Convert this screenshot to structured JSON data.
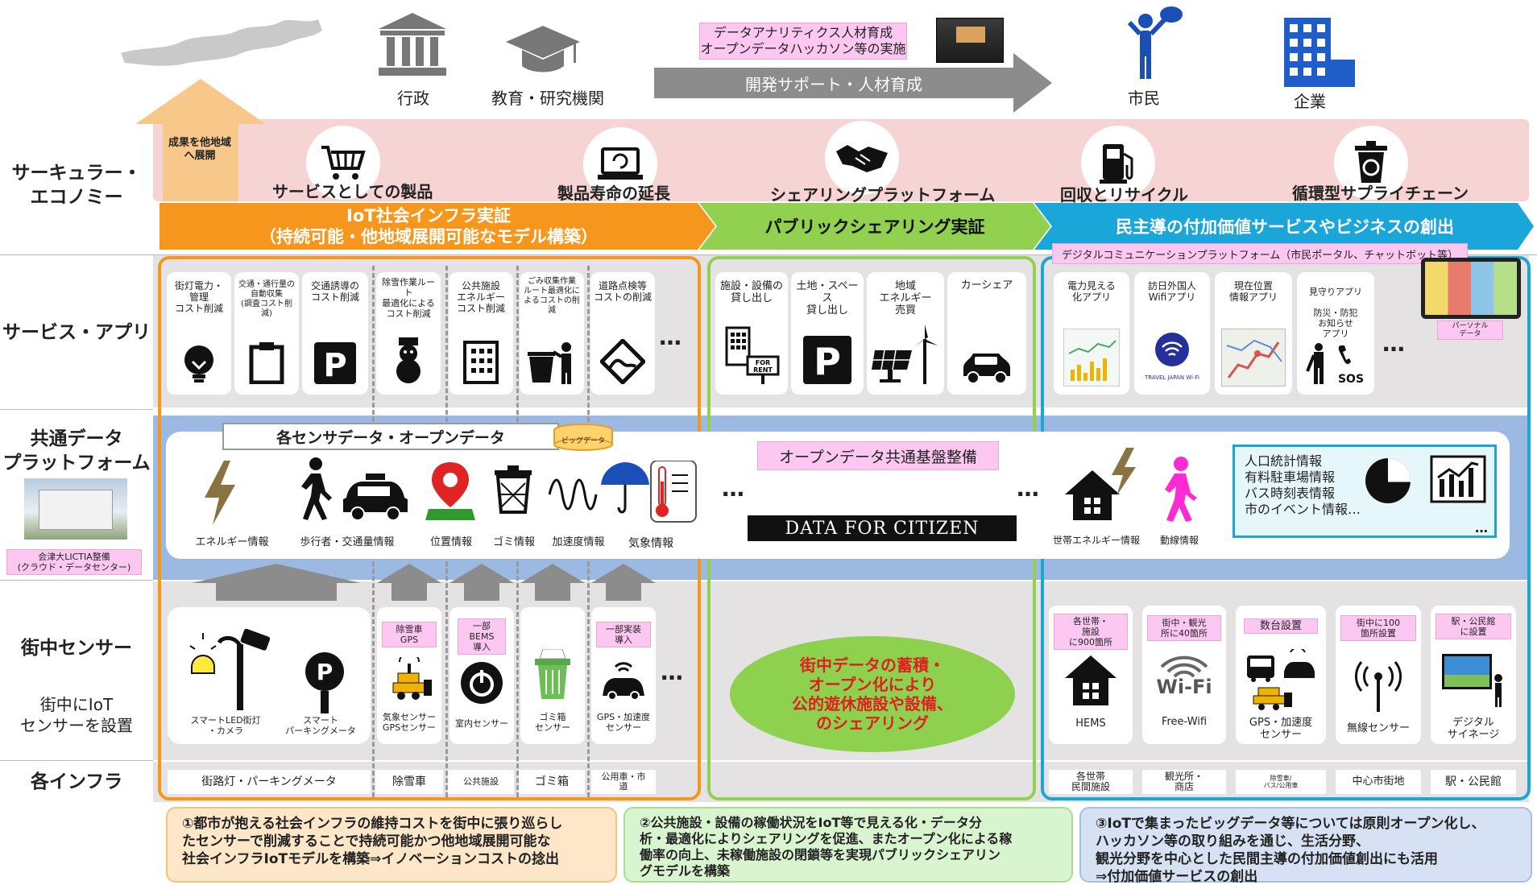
{
  "top": {
    "admin_label": "行政",
    "education_label": "教育・研究機関",
    "citizen_label": "市民",
    "company_label": "企業",
    "training_note": "データアナリティクス人材育成\nオープンデータハッカソン等の実施",
    "support_arrow": "開発サポート・人材育成"
  },
  "circular": {
    "row_label": "サーキュラー・\nエコノミー",
    "expand_label": "成果を他地域\nへ展開",
    "items": [
      {
        "label": "サービスとしての製品",
        "icon": "shopping-cart-icon"
      },
      {
        "label": "製品寿命の延長",
        "icon": "laptop-refresh-icon"
      },
      {
        "label": "シェアリングプラットフォーム",
        "icon": "handshake-icon"
      },
      {
        "label": "回収とリサイクル",
        "icon": "fuel-pump-icon"
      },
      {
        "label": "循環型サプライチェーン",
        "icon": "recycle-bin-icon"
      }
    ]
  },
  "phases": [
    {
      "label": "IoT社会インフラ実証\n（持続可能・他地域展開可能なモデル構築）",
      "color": "#f6961d"
    },
    {
      "label": "パブリックシェアリング実証",
      "color": "#92d050"
    },
    {
      "label": "民主導の付加価値サービスやビジネスの創出",
      "color": "#1aa6d9"
    }
  ],
  "rows": {
    "service": "サービス・アプリ",
    "platform": "共通データ\nプラットフォーム",
    "sensor": "街中センサー",
    "sensor_sub": "街中にIoT\nセンサーを設置",
    "infra": "各インフラ"
  },
  "services_a": [
    {
      "label": "街灯電力・\n管理\nコスト削減",
      "icon": "lightbulb-icon"
    },
    {
      "label": "交通・通行量の\n自動収集\n(調査コスト削減)",
      "icon": "clipboard-icon"
    },
    {
      "label": "交通誘導の\nコスト削減",
      "icon": "parking-icon"
    },
    {
      "label": "除雪作業ルート\n最適化による\nコスト削減",
      "icon": "snowman-icon"
    },
    {
      "label": "公共施設\nエネルギー\nコスト削減",
      "icon": "building-icon"
    },
    {
      "label": "ごみ収集作業\nルート最適化に\nよるコストの削減",
      "icon": "trash-person-icon"
    },
    {
      "label": "道路点検等\nコストの削減",
      "icon": "road-sign-icon"
    }
  ],
  "services_b": [
    {
      "label": "施設・設備の\n貸し出し",
      "icon": "for-rent-icon"
    },
    {
      "label": "土地・スペース\n貸し出し",
      "icon": "parking-icon"
    },
    {
      "label": "地域\nエネルギー\n売買",
      "icon": "solar-wind-icon"
    },
    {
      "label": "カーシェア",
      "icon": "car-icon"
    }
  ],
  "services_c": [
    {
      "label": "電力見える\n化アプリ",
      "icon": "chart-screenshot-icon"
    },
    {
      "label": "訪日外国人\nWifiアプリ",
      "icon": "travel-wifi-icon",
      "caption": "TRAVEL JAPAN Wi-Fi"
    },
    {
      "label": "現在位置\n情報アプリ",
      "icon": "map-screenshot-icon"
    },
    {
      "label": "見守りアプリ\n\n防災・防犯\nお知らせ\nアプリ",
      "icon": "person-sos-icon",
      "caption": "SOS"
    }
  ],
  "ellipsis": "…",
  "digital_platform": "デジタルコミュニケーションプラットフォーム（市民ポータル、チャットボット等）",
  "personal_data": "パーソナル\nデータ",
  "platform": {
    "sensor_header": "各センサデータ・オープンデータ",
    "bigdata_tag": "ビッグデータ",
    "sensors": [
      {
        "label": "エネルギー情報",
        "icon": "lightning-icon"
      },
      {
        "label": "歩行者・交通量情報",
        "icon": "walker-taxi-icon"
      },
      {
        "label": "位置情報",
        "icon": "location-pin-icon"
      },
      {
        "label": "ゴミ情報",
        "icon": "waste-bin-icon"
      },
      {
        "label": "加速度情報",
        "icon": "wave-icon"
      },
      {
        "label": "気象情報",
        "icon": "weather-icon"
      }
    ],
    "opendata_label": "オープンデータ共通基盤整備",
    "data_for_citizen": "DATA FOR CITIZEN",
    "household_energy": "世帯エネルギー情報",
    "flow_info": "動線情報",
    "stats": [
      "人口統計情報",
      "有料駐車場情報",
      "バス時刻表情報",
      "市のイベント情報…"
    ],
    "lictia_label": "会津大LICTIA整備\n(クラウド・データセンター)"
  },
  "sensors_a": [
    {
      "tag": "",
      "label": "スマートLED街灯\n・カメラ",
      "label2": "スマート\nパーキングメータ"
    },
    {
      "tag": "除雪車\nGPS",
      "label": "気象センサー\nGPSセンサー"
    },
    {
      "tag": "一部\nBEMS\n導入",
      "label": "室内センサー"
    },
    {
      "tag": "",
      "label": "ゴミ箱\nセンサー"
    },
    {
      "tag": "一部実装\n導入",
      "label": "GPS・加速度\nセンサー"
    }
  ],
  "sharing_bubble": "街中データの蓄積・\nオープン化により\n公的遊休施設や設備、\nのシェアリング",
  "sensors_c": [
    {
      "tag": "各世帯・\n施設\nに900箇所",
      "label": "HEMS"
    },
    {
      "tag": "街中・観光\n所に40箇所",
      "label": "Free-Wifi",
      "big": "Wi-Fi"
    },
    {
      "tag": "数台設置",
      "label": "GPS・加速度\nセンサー"
    },
    {
      "tag": "街中に100\n箇所設置",
      "label": "無線センサー"
    },
    {
      "tag": "駅・公民館\nに設置",
      "label": "デジタル\nサイネージ"
    }
  ],
  "infra_a": [
    "街路灯・パーキングメータ",
    "除雪車",
    "公共施設",
    "ゴミ箱",
    "公用車・市\n道"
  ],
  "infra_c": [
    "各世帯\n民間施設",
    "観光所・\n商店",
    "除雪車/\nバス/公用車",
    "中心市街地",
    "駅・公民館"
  ],
  "bottom": [
    {
      "text": "①都市が抱える社会インフラの維持コストを街中に張り巡らし\nたセンサーで削減することで持続可能かつ他地域展開可能な\n社会インフラIoTモデルを構築⇒イノベーションコストの捻出",
      "bg": "#fde7c8",
      "border": "#f3c27b"
    },
    {
      "text": "②公共施設・設備の稼働状況をIoT等で見える化・データ分\n析・最適化によりシェアリングを促進、またオープン化による稼\n働率の向上、未稼働施設の閉鎖等を実現パブリックシェアリン\nグモデルを構築",
      "bg": "#d9f5d0",
      "border": "#a8dc95"
    },
    {
      "text": "③IoTで集まったビッグデータ等については原則オープン化し、\nハッカソン等の取り組みを通じ、生活分野、\n観光分野を中心とした民間主導の付加価値創出にも活用\n⇒付加価値サービスの創出",
      "bg": "#d6e2f3",
      "border": "#a9bfe0"
    }
  ],
  "colors": {
    "orange": "#f6961d",
    "green": "#92d050",
    "blue": "#1aa6d9",
    "pink": "#fcc8f2",
    "gray_arrow": "#8c8c8c"
  }
}
